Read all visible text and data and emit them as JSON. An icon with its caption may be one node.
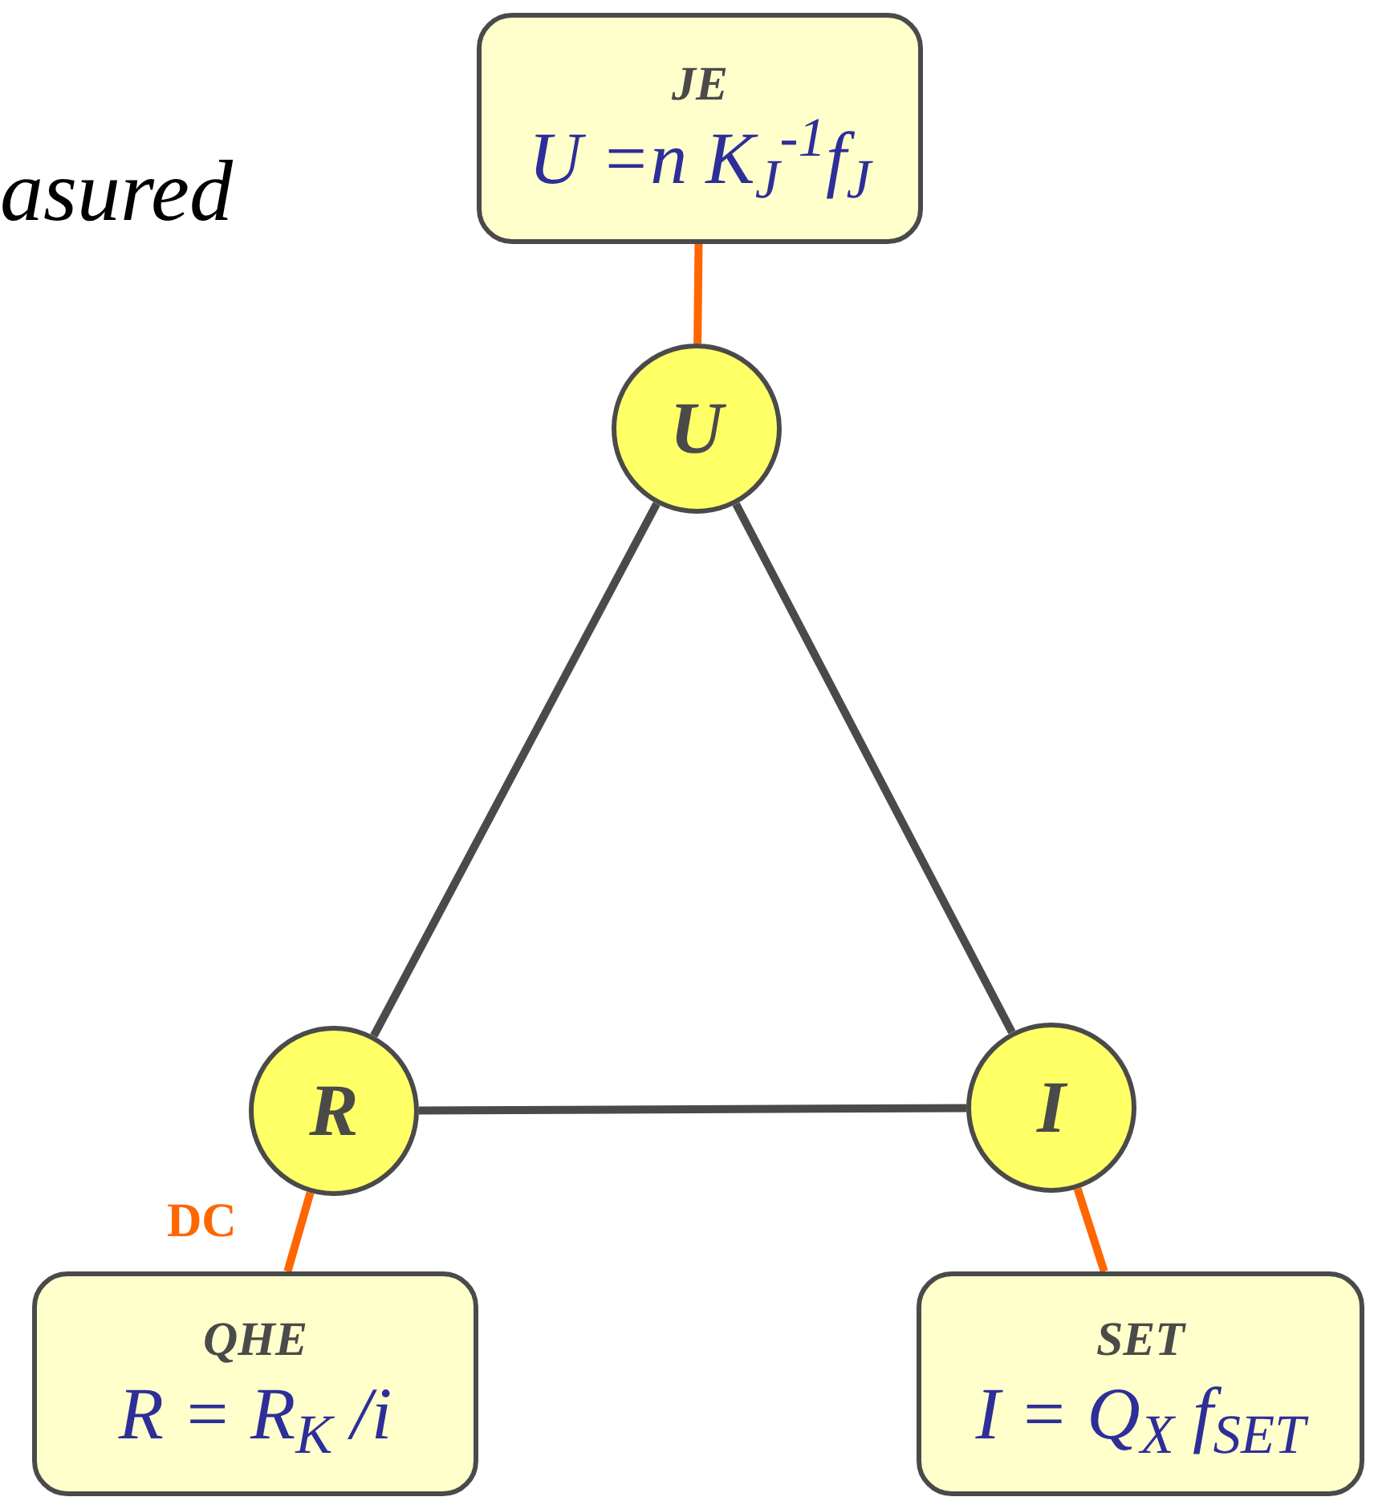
{
  "diagram": {
    "nodes": [
      {
        "text": [
          "JE",
          "U =n K$_{J}$$^{-1}$f$_{J}$"
        ]
      },
      {
        "text": [
          "U"
        ]
      },
      {
        "text": [
          "R"
        ]
      },
      {
        "text": [
          "I"
        ]
      },
      {
        "text": [
          "QHE",
          "R = R$_{K}$ /i"
        ]
      },
      {
        "text": [
          "SET",
          "I = Q$_{X}$ f$_{SET}$"
        ]
      }
    ],
    "edges": [
      {
        "from": 0,
        "to": 1,
        "arrow": "none",
        "color": "#ff6600"
      },
      {
        "from": 1,
        "to": 2,
        "arrow": "none",
        "color": "#4a4a4a"
      },
      {
        "from": 1,
        "to": 3,
        "arrow": "none",
        "color": "#4a4a4a"
      },
      {
        "from": 2,
        "to": 3,
        "arrow": "none",
        "color": "#4a4a4a"
      },
      {
        "from": 2,
        "to": 4,
        "arrow": "none",
        "label": "DC",
        "color": "#ff6600"
      },
      {
        "from": 3,
        "to": 5,
        "arrow": "none",
        "color": "#ff6600"
      }
    ],
    "labels": [
      "asured"
    ]
  }
}
